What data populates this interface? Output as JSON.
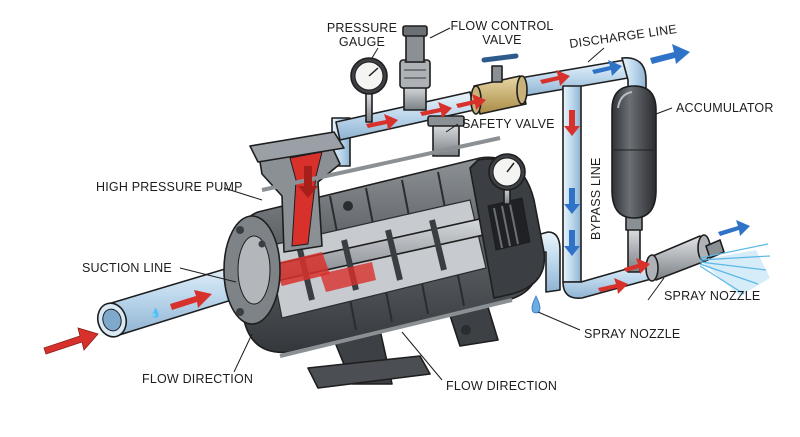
{
  "labels": {
    "pressure_gauge_line1": "PRESSURE",
    "pressure_gauge_line2": "GAUGE",
    "flow_control_valve_line1": "FLOW CONTROL",
    "flow_control_valve_line2": "VALVE",
    "discharge_line": "DISCHARGE LINE",
    "accumulator": "ACCUMULATOR",
    "safety_valve": "SAFETY VALVE",
    "bypass_line": "BYPASS LINE",
    "high_pressure_pump": "HIGH PRESSURE PUMP",
    "suction_line": "SUCTION LINE",
    "spray_nozzle_right": "SPRAY NOZZLE",
    "spray_nozzle_bottom": "SPRAY NOZZLE",
    "flow_direction_left": "FLOW DIRECTION",
    "flow_direction_bottom": "FLOW DIRECTION"
  },
  "colors": {
    "flow_arrow": "#d8312c",
    "outflow_arrow": "#2f73c9",
    "pipe_fill": "#c9dff0",
    "pump_body": "#5d6166",
    "water_spray": "#5cb8e6"
  }
}
